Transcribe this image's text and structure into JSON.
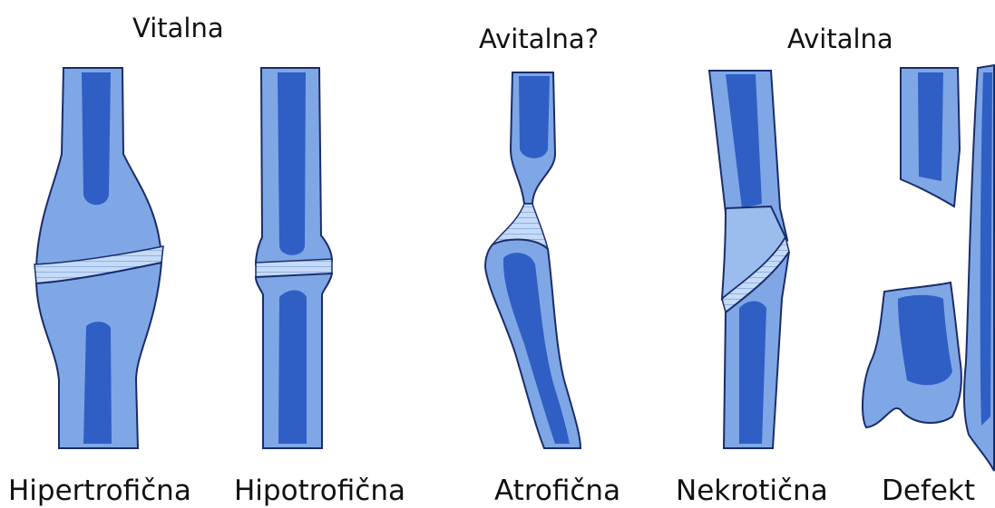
{
  "headings": {
    "vital": "Vitalna",
    "avital_question": "Avitalna?",
    "avital": "Avitalna"
  },
  "captions": {
    "hypertrophic": "Hipertrofična",
    "hypotrophic": "Hipotrofična",
    "atrophic": "Atrofična",
    "necrotic": "Nekrotična",
    "defect": "Defekt"
  },
  "colors": {
    "cortex": "#7fa7e6",
    "medulla": "#2f5fc4",
    "callus": "#c5dbf7",
    "outline": "#1a2c6a",
    "background": "#ffffff",
    "text": "#111111"
  }
}
